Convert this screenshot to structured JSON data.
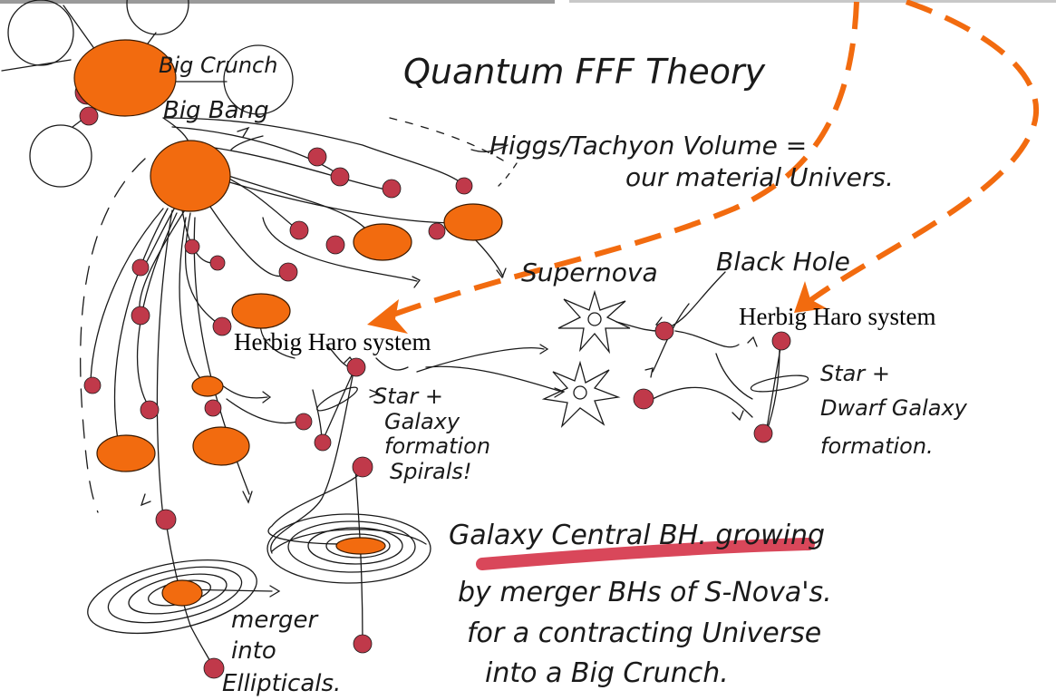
{
  "title": "Quantum FFF Theory",
  "labels": {
    "big_crunch": "Big Crunch",
    "big_bang": "Big Bang",
    "higgs_line1": "Higgs/Tachyon Volume =",
    "higgs_line2": "our material Univers.",
    "supernova": "Supernova",
    "black_hole": "Black Hole",
    "herbig_left": "Herbig Haro system",
    "herbig_right": "Herbig Haro system",
    "star_galaxy_1": "Star +",
    "star_galaxy_2": "Galaxy",
    "star_galaxy_3": "formation",
    "star_galaxy_4": "Spirals!",
    "star_dwarf_1": "Star +",
    "star_dwarf_2": "Dwarf Galaxy",
    "star_dwarf_3": "formation.",
    "central_1": "Galaxy Central BH. growing",
    "central_2": "by merger BHs of S-Nova's.",
    "central_3": "for a contracting Universe",
    "central_4": "into a Big Crunch.",
    "merger_1": "merger",
    "merger_2": "into",
    "merger_3": "Ellipticals."
  },
  "colors": {
    "orange": "#f26b0f",
    "orange_stroke": "#3a1a00",
    "red_dot": "#c0394a",
    "underline": "#d9475a",
    "ink": "#1a1a1a"
  }
}
